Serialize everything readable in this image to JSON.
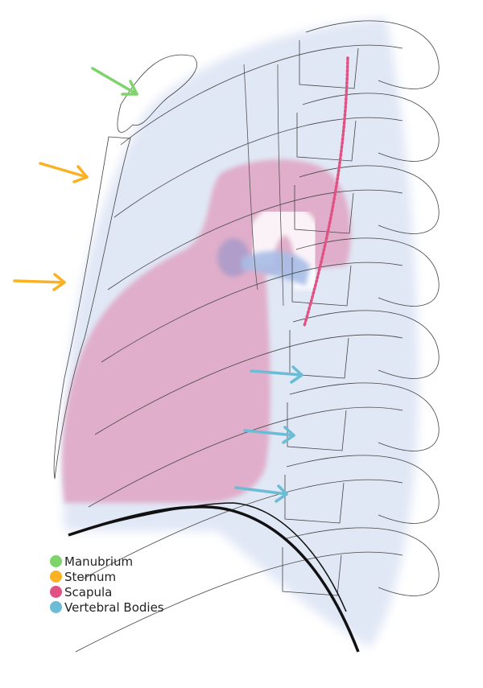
{
  "colors": {
    "manubrium": "#7ed36a",
    "sternum": "#fbb124",
    "scapula": "#e05284",
    "vertebral": "#6bbcd4",
    "lung": "#dfe6f5",
    "heart": "#e0a8c6"
  },
  "legend": [
    {
      "label": "Manubrium",
      "color": "#7ed36a"
    },
    {
      "label": "Sternum",
      "color": "#fbb124"
    },
    {
      "label": "Scapula",
      "color": "#e05284"
    },
    {
      "label": "Vertebral Bodies",
      "color": "#6bbcd4"
    }
  ]
}
